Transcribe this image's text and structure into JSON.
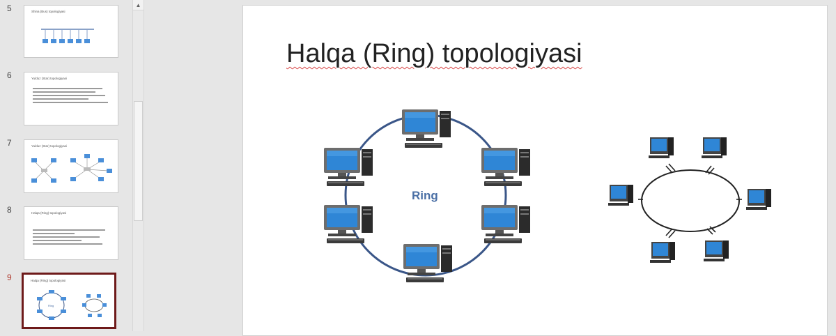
{
  "thumbnails": [
    {
      "number": "5",
      "title": "Shina (Bus) topologiyasi"
    },
    {
      "number": "6",
      "title": "Yulduz (Star) topologiyasi"
    },
    {
      "number": "7",
      "title": "Yulduz (Star) topologiyasi"
    },
    {
      "number": "8",
      "title": "Halqa (Ring) topologiyasi"
    },
    {
      "number": "9",
      "title": "Halqa (Ring) topologiyasi",
      "ring_label": "Ring"
    }
  ],
  "active_slide": "9",
  "slide": {
    "title": "Halqa (Ring) topologiyasi",
    "ring_label": "Ring"
  },
  "colors": {
    "accent": "#6e1a1a",
    "ring_stroke": "#3a5688",
    "ring_label": "#4a6fa5",
    "monitor_screen": "#2f86d6"
  },
  "icons": {
    "computer": "computer-icon",
    "scroll_up": "chevron-up-icon"
  }
}
